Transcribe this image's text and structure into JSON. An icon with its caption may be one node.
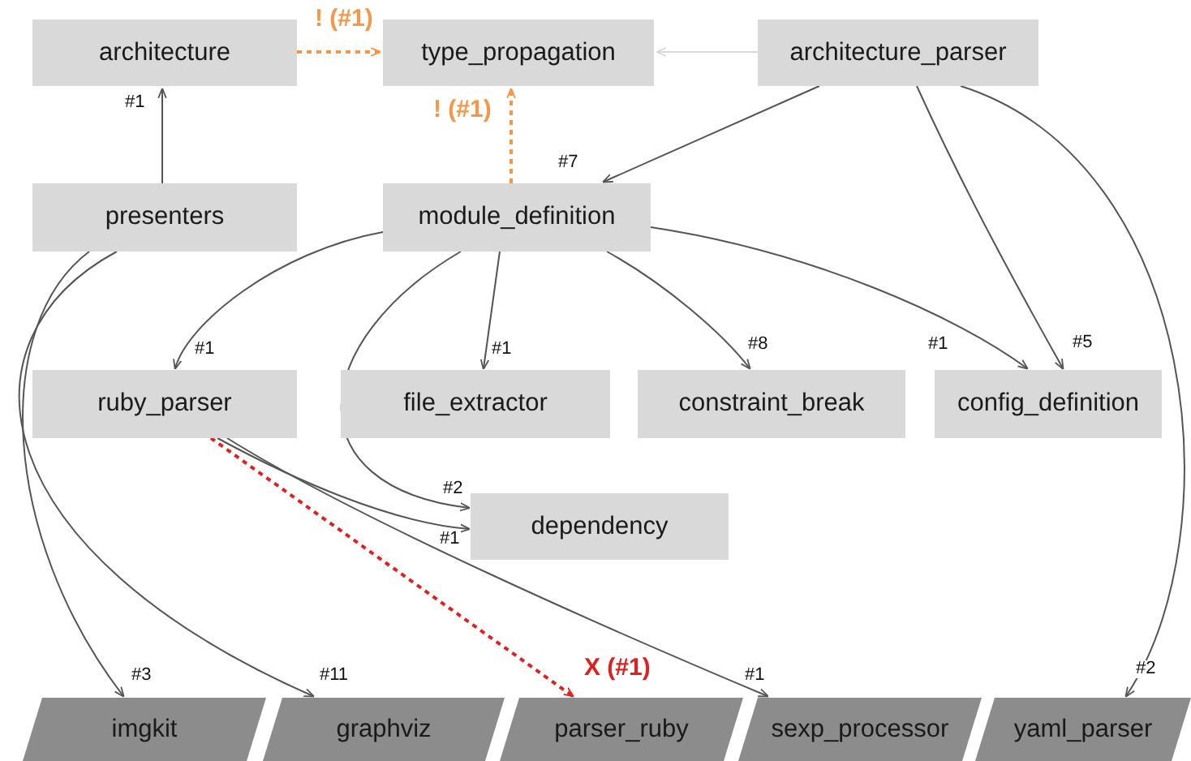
{
  "diagram": {
    "nodes": [
      {
        "text": [
          "architecture"
        ]
      },
      {
        "text": [
          "type_propagation"
        ]
      },
      {
        "text": [
          "architecture_parser"
        ]
      },
      {
        "text": [
          "presenters"
        ]
      },
      {
        "text": [
          "module_definition"
        ]
      },
      {
        "text": [
          "ruby_parser"
        ]
      },
      {
        "text": [
          "file_extractor"
        ]
      },
      {
        "text": [
          "constraint_break"
        ]
      },
      {
        "text": [
          "config_definition"
        ]
      },
      {
        "text": [
          "dependency"
        ]
      },
      {
        "text": [
          "imgkit"
        ]
      },
      {
        "text": [
          "graphviz"
        ]
      },
      {
        "text": [
          "parser_ruby"
        ]
      },
      {
        "text": [
          "sexp_processor"
        ]
      },
      {
        "text": [
          "yaml_parser"
        ]
      }
    ],
    "edges": [
      {
        "from": 0,
        "to": 1,
        "arrow": "to",
        "label": "! (#1)",
        "style": "dashed",
        "color": "#f79646"
      },
      {
        "from": 2,
        "to": 1,
        "arrow": "to",
        "color": "#d9d9d9"
      },
      {
        "from": 3,
        "to": 0,
        "arrow": "to",
        "label": "#1"
      },
      {
        "from": 4,
        "to": 1,
        "arrow": "to",
        "label": "! (#1)",
        "style": "dashed",
        "color": "#f79646"
      },
      {
        "from": 2,
        "to": 4,
        "arrow": "to",
        "label": "#7"
      },
      {
        "from": 2,
        "to": 8,
        "arrow": "to",
        "label": "#5"
      },
      {
        "from": 2,
        "to": 14,
        "arrow": "to",
        "label": "#2"
      },
      {
        "from": 4,
        "to": 5,
        "arrow": "to",
        "label": "#1"
      },
      {
        "from": 4,
        "to": 6,
        "arrow": "to",
        "label": "#1"
      },
      {
        "from": 4,
        "to": 7,
        "arrow": "to",
        "label": "#8"
      },
      {
        "from": 4,
        "to": 8,
        "arrow": "to",
        "label": "#1"
      },
      {
        "from": 4,
        "to": 9,
        "arrow": "to",
        "label": "#2"
      },
      {
        "from": 3,
        "to": 10,
        "arrow": "to",
        "label": "#3"
      },
      {
        "from": 3,
        "to": 11,
        "arrow": "to",
        "label": "#11"
      },
      {
        "from": 5,
        "to": 9,
        "arrow": "to",
        "label": "#1"
      },
      {
        "from": 5,
        "to": 12,
        "arrow": "to",
        "label": "X (#1)",
        "style": "dashed",
        "color": "#e02020"
      },
      {
        "from": 5,
        "to": 13,
        "arrow": "to",
        "label": "#1"
      }
    ]
  }
}
